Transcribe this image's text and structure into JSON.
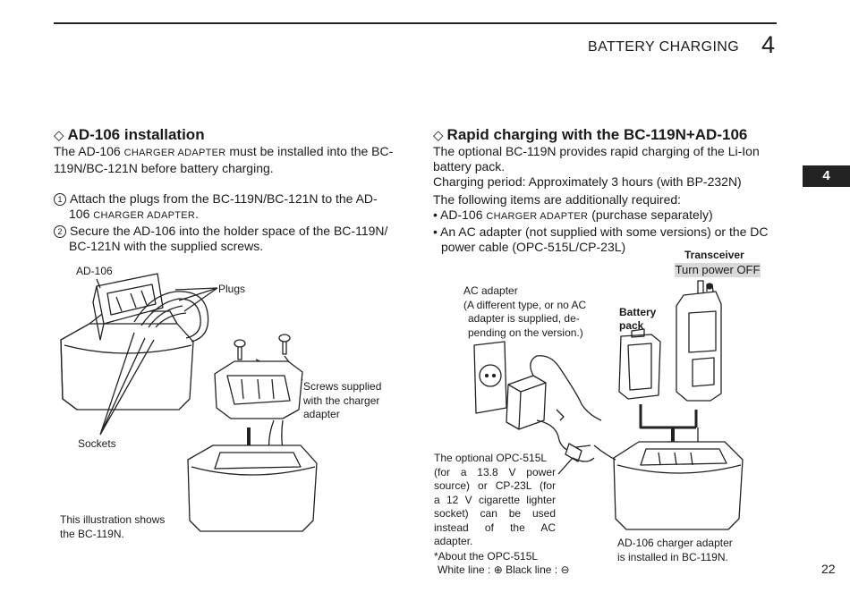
{
  "header": {
    "title": "BATTERY CHARGING",
    "chapter": "4"
  },
  "side_tab": "4",
  "page_number": "22",
  "left": {
    "heading": "AD-106 installation",
    "intro_a": "The AD-106 ",
    "intro_sc": "CHARGER ADAPTER",
    "intro_b": " must be installed into the BC-",
    "intro_line2": "119N/BC-121N before battery charging.",
    "step1_num": "1",
    "step1_line1": "Attach the plugs from the BC-119N/BC-121N to the AD-",
    "step1_line2_a": "106 ",
    "step1_line2_sc": "CHARGER ADAPTER",
    "step1_line2_b": ".",
    "step2_num": "2",
    "step2_line1": "Secure the AD-106 into the holder space of the BC-119N/",
    "step2_line2": "BC-121N with the supplied screws.",
    "labels": {
      "ad106": "AD-106",
      "plugs": "Plugs",
      "screws_1": "Screws supplied",
      "screws_2": "with the charger",
      "screws_3": "adapter",
      "sockets": "Sockets",
      "illus_1": "This illustration shows",
      "illus_2": "the BC-119N."
    }
  },
  "right": {
    "heading": "Rapid charging with the BC-119N+AD-106",
    "p1_line1": "The optional BC-119N provides rapid charging of the Li-Ion",
    "p1_line2": "battery pack.",
    "p2": "Charging period: Approximately 3 hours (with BP-232N)",
    "p3": "The following items are additionally required:",
    "b1_a": "• AD-106 ",
    "b1_sc": "CHARGER ADAPTER",
    "b1_b": " (purchase separately)",
    "b2_line1": "• An AC adapter (not supplied with some versions) or the DC",
    "b2_line2": "power cable (OPC-515L/CP-23L)",
    "labels": {
      "transceiver": "Transceiver",
      "turn_power_off": "Turn power OFF",
      "ac_1": "AC adapter",
      "ac_2": "(A different type, or no AC",
      "ac_3": "adapter is supplied, de-",
      "ac_4": "pending on the version.)",
      "battery_1": "Battery",
      "battery_2": "pack",
      "opt_1": "The optional OPC-515L",
      "opt_2": "(for a 13.8 V power",
      "opt_3": "source) or CP-23L (for",
      "opt_4": "a 12 V cigarette lighter",
      "opt_5": "socket) can be used",
      "opt_6": "instead of the AC",
      "opt_7": "adapter.",
      "about": "*About the OPC-515L",
      "white_line": "White line : ⊕  Black line : ⊖",
      "ad106_1": "AD-106 charger adapter",
      "ad106_2": "is installed in BC-119N."
    }
  }
}
